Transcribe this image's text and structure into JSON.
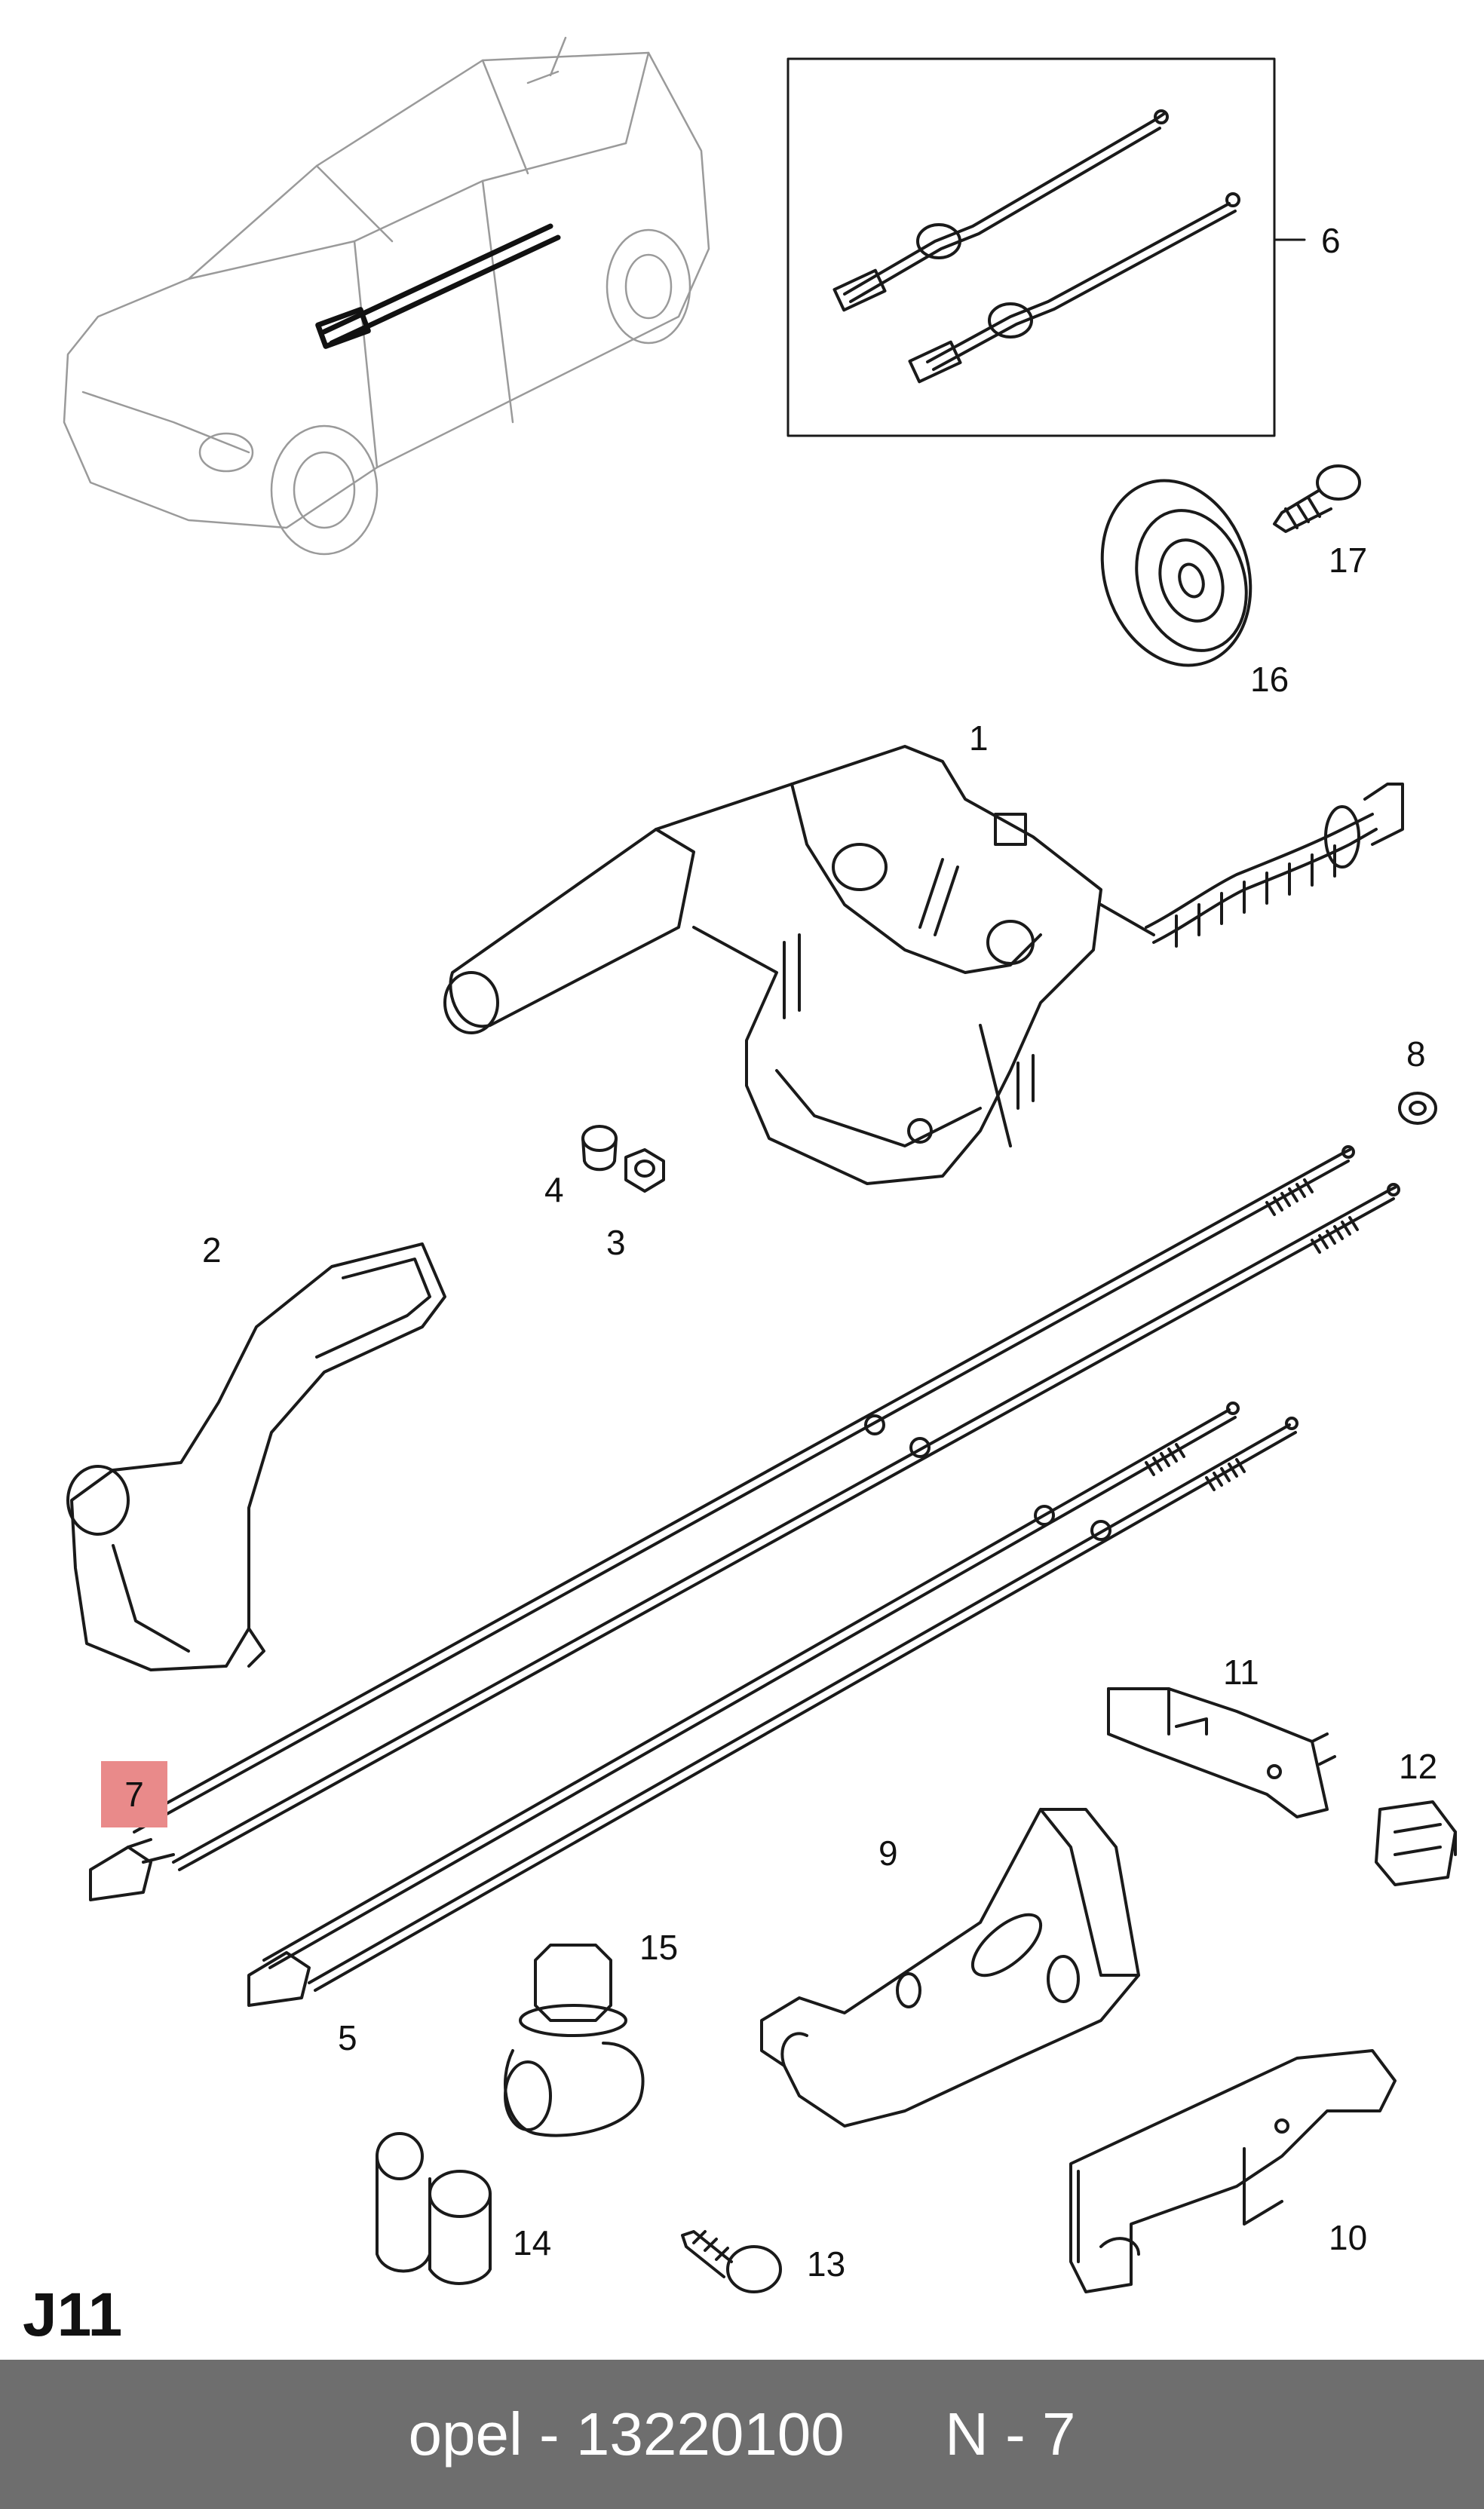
{
  "diagram": {
    "code": "J11",
    "highlight_color": "#e98a8a",
    "line_color": "#1a1a1a",
    "labels": {
      "p1": "1",
      "p2": "2",
      "p3": "3",
      "p4": "4",
      "p5": "5",
      "p6": "6",
      "p7": "7",
      "p8": "8",
      "p9": "9",
      "p10": "10",
      "p11": "11",
      "p12": "12",
      "p13": "13",
      "p14": "14",
      "p15": "15",
      "p16": "16",
      "p17": "17"
    }
  },
  "footer": {
    "brand": "opel",
    "separator": " - ",
    "part_number": "13220100",
    "position": "N - 7",
    "background": "#6e6e6e",
    "text_color": "#ffffff"
  }
}
